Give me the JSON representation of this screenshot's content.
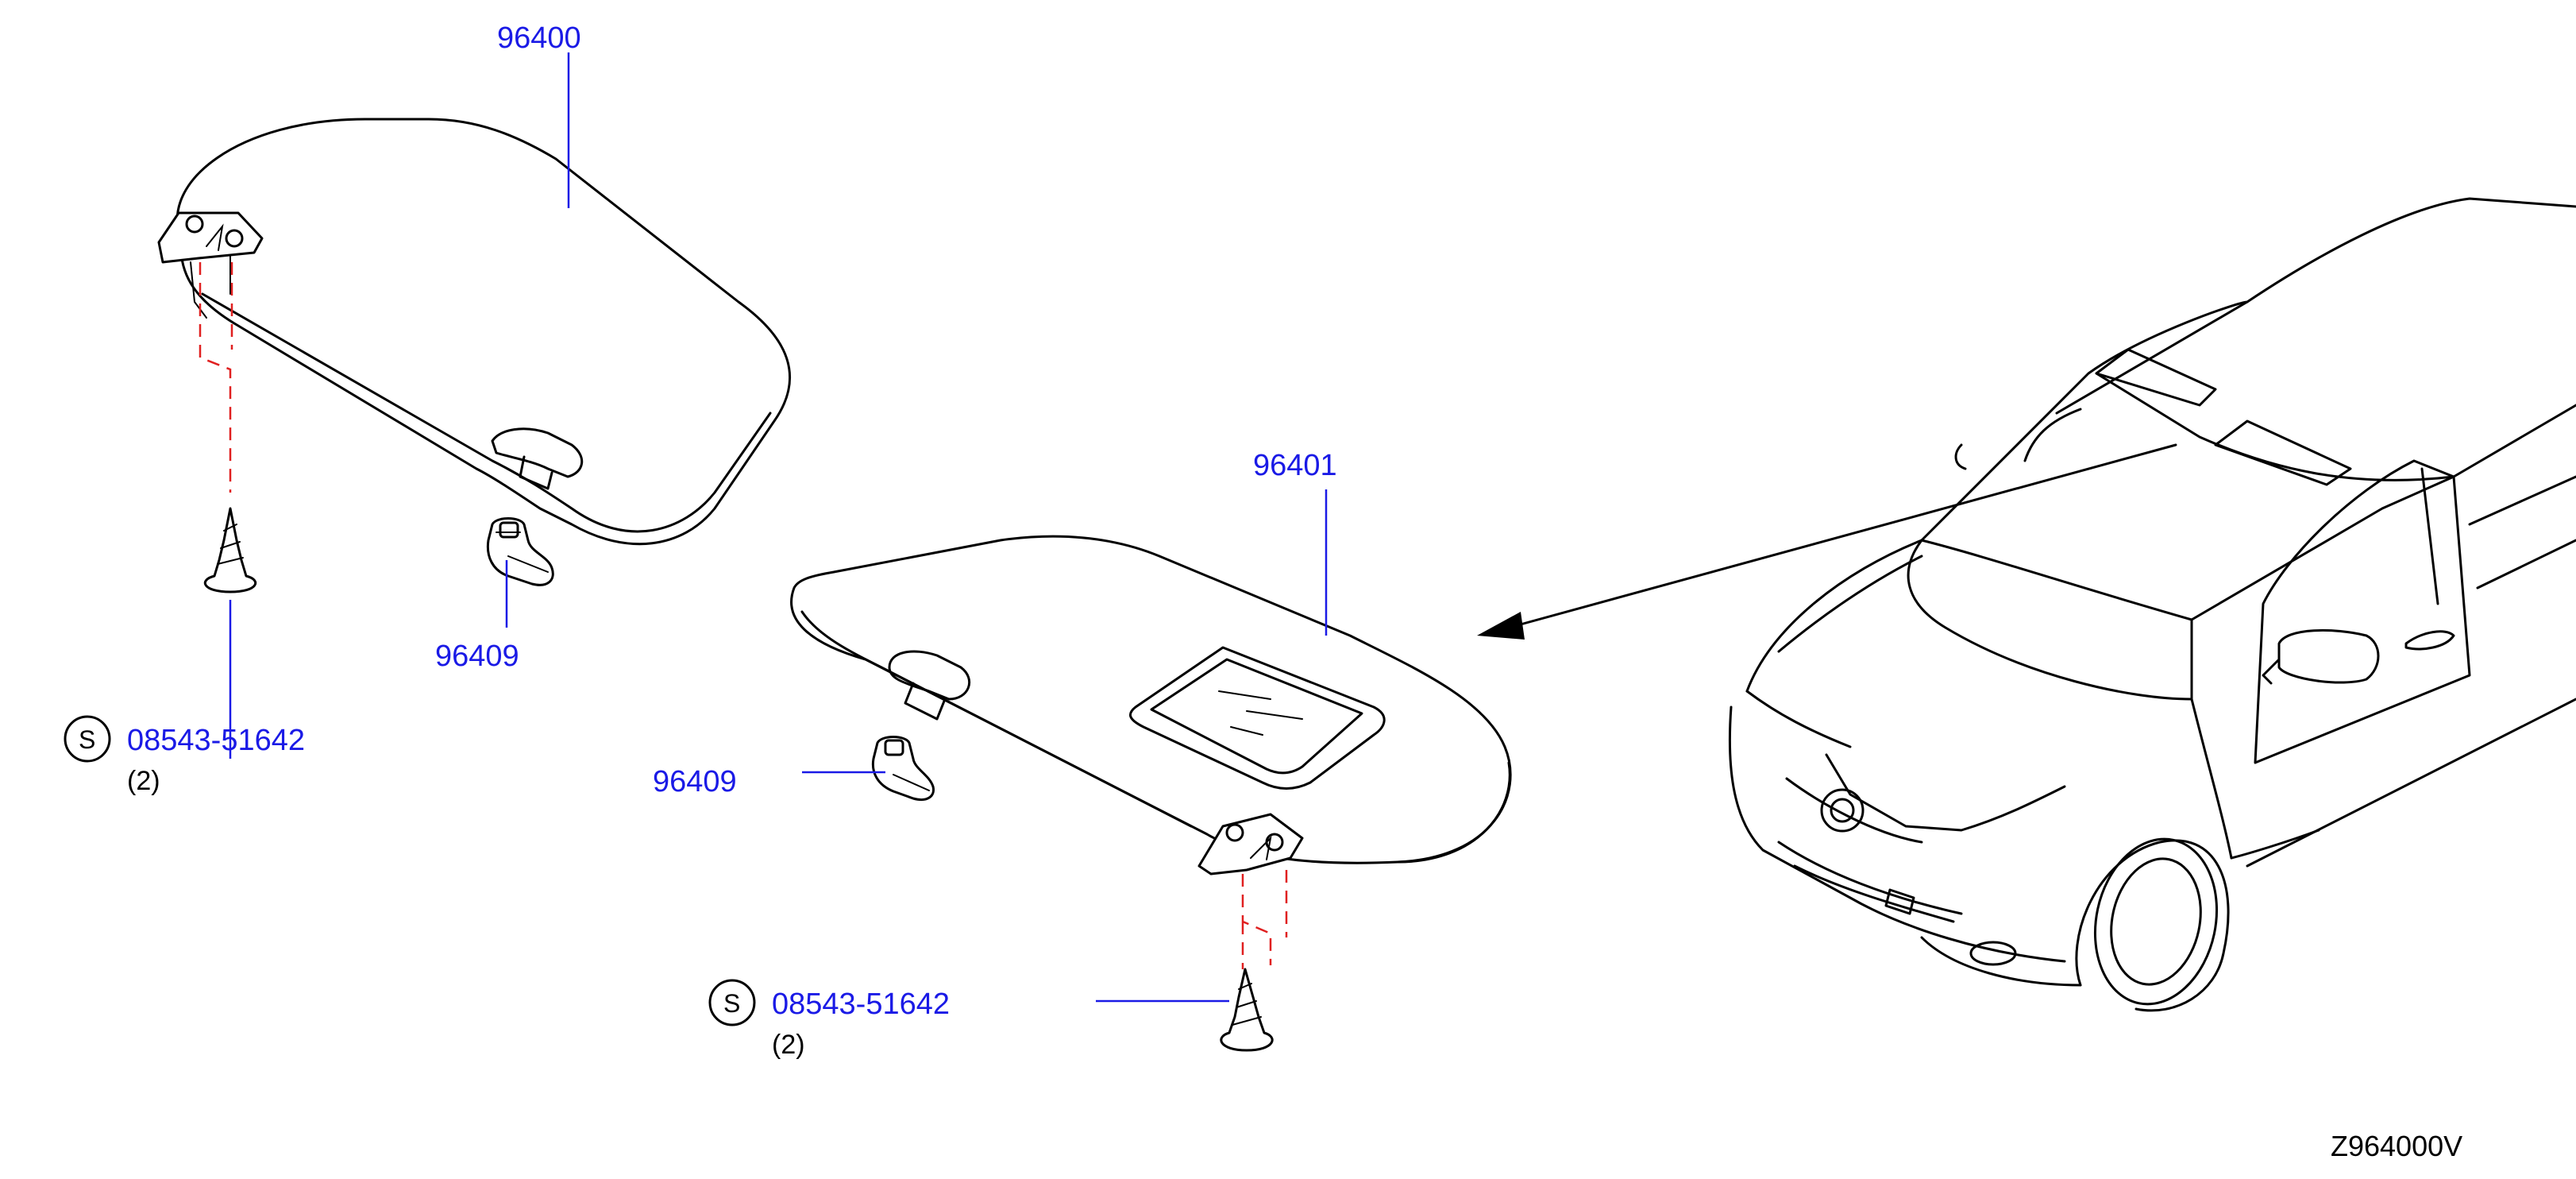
{
  "colors": {
    "label": "#1a1ae6",
    "line": "#000000",
    "guide": "#e02020"
  },
  "callouts": {
    "visor_driver": "96400",
    "visor_passenger": "96401",
    "holder_upper": "96409",
    "holder_lower": "96409",
    "screw_upper": {
      "symbol": "S",
      "part": "08543-51642",
      "qty": "(2)"
    },
    "screw_lower": {
      "symbol": "S",
      "part": "08543-51642",
      "qty": "(2)"
    }
  },
  "diagram_code": "Z964000V"
}
